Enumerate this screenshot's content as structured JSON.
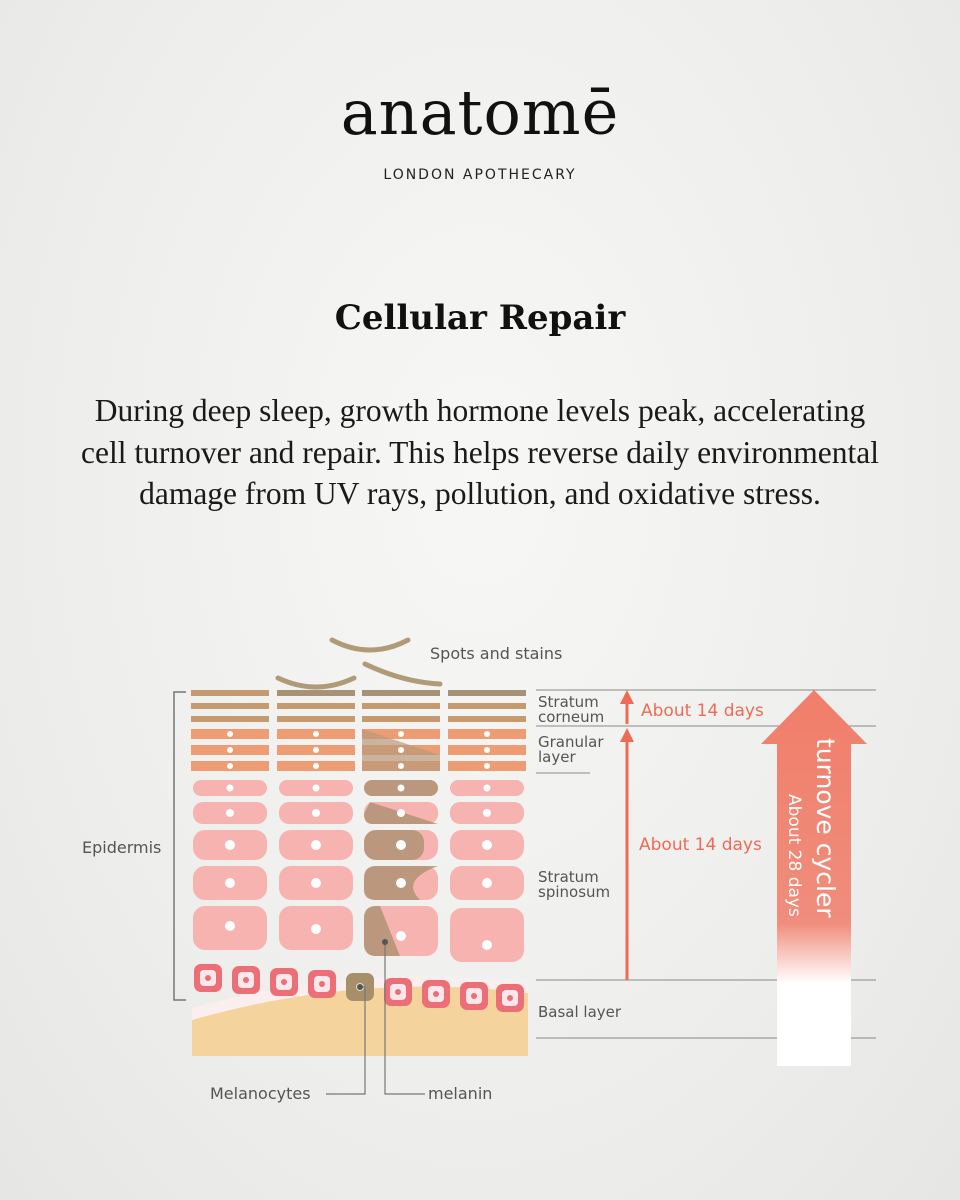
{
  "brand": {
    "name": "anatomē",
    "tagline": "LONDON APOTHECARY"
  },
  "heading": "Cellular Repair",
  "paragraph": "During deep sleep, growth hormone levels peak, accelerating cell turnover and repair. This helps reverse daily environmental damage from UV rays, pollution, and oxidative stress.",
  "diagram": {
    "labels": {
      "spots": "Spots and stains",
      "epidermis": "Epidermis",
      "stratum_corneum_1": "Stratum",
      "stratum_corneum_2": "corneum",
      "granular_1": "Granular",
      "granular_2": "layer",
      "spinosum_1": "Stratum",
      "spinosum_2": "spinosum",
      "basal": "Basal layer",
      "melanocytes": "Melanocytes",
      "melanin": "melanin",
      "about_14_top": "About 14 days",
      "about_14_mid": "About 14 days",
      "turnover": "turnove cycler",
      "about_28": "About 28 days"
    },
    "colors": {
      "accent": "#ee6b55",
      "cell_pink": "#f6b3b0",
      "basal_cell": "#ec6f78",
      "corneum_tan": "#c49a6e",
      "granular_peach": "#ee9c74",
      "melanin": "#a88f6c",
      "dermis": "#f4d49c"
    }
  }
}
